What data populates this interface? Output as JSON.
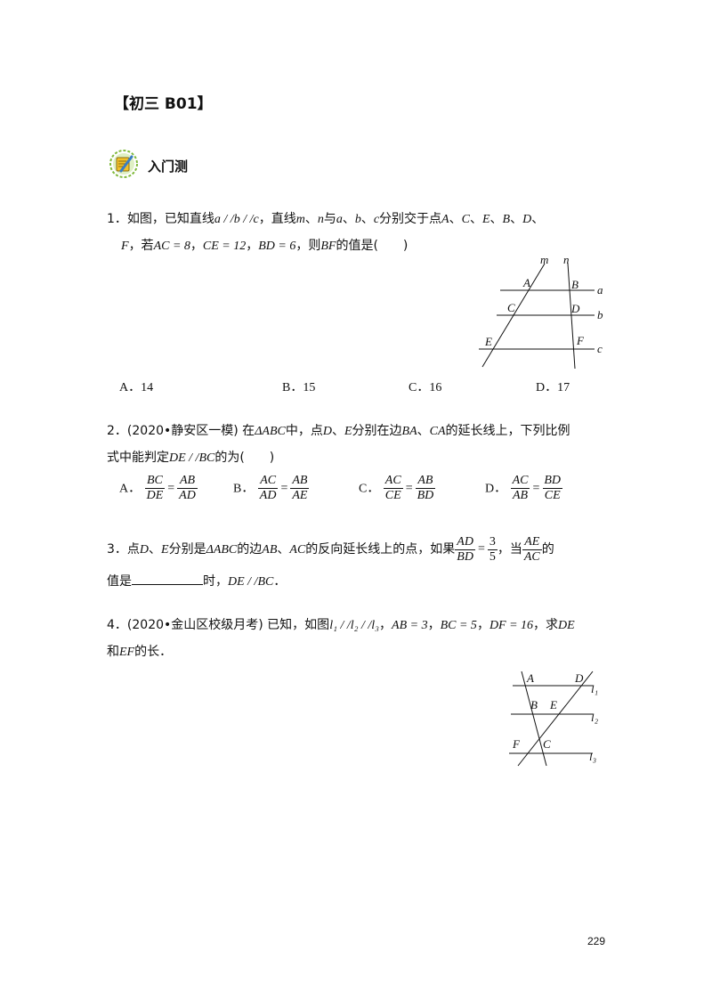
{
  "title": "【初三 B01】",
  "section": {
    "label": "入门测",
    "icon": "pencil-notepad-icon"
  },
  "q1": {
    "num": "1．",
    "t1": "如图，已知直线",
    "m1": "a / /b / /c",
    "t2": "，直线",
    "m2": "m",
    "t3": "、",
    "m3": "n",
    "t4": "与",
    "m4": "a",
    "t5": "、",
    "m5": "b",
    "t6": "、",
    "m6": "c",
    "t7": "分别交于点",
    "m7": "A",
    "t8": "、",
    "m8": "C",
    "t9": "、",
    "m9": "E",
    "t10": "、",
    "m10": "B",
    "t11": "、",
    "m11": "D",
    "t12": "、",
    "l2m1": "F",
    "l2t1": "，若",
    "l2m2": "AC = 8",
    "l2t2": "，",
    "l2m3": "CE = 12",
    "l2t3": "，",
    "l2m4": "BD = 6",
    "l2t4": "，则",
    "l2m5": "BF",
    "l2t5": "的值是(　　)",
    "options": [
      {
        "label": "A．",
        "value": "14"
      },
      {
        "label": "B．",
        "value": "15"
      },
      {
        "label": "C．",
        "value": "16"
      },
      {
        "label": "D．",
        "value": "17"
      }
    ],
    "figure": {
      "labels": [
        "m",
        "n",
        "A",
        "B",
        "a",
        "C",
        "D",
        "b",
        "E",
        "F",
        "c"
      ]
    }
  },
  "q2": {
    "num": "2．",
    "t1": "(2020•静安区一模) 在",
    "m1": "ΔABC",
    "t2": "中，点",
    "m2": "D",
    "t3": "、",
    "m3": "E",
    "t4": "分别在边",
    "m4": "BA",
    "t5": "、",
    "m5": "CA",
    "t6": "的延长线上，下列比例",
    "l2t1": "式中能判定",
    "l2m1": "DE / /BC",
    "l2t2": "的为(　　)",
    "options": [
      {
        "label": "A．",
        "n1": "BC",
        "d1": "DE",
        "n2": "AB",
        "d2": "AD"
      },
      {
        "label": "B．",
        "n1": "AC",
        "d1": "AD",
        "n2": "AB",
        "d2": "AE"
      },
      {
        "label": "C．",
        "n1": "AC",
        "d1": "CE",
        "n2": "AB",
        "d2": "BD"
      },
      {
        "label": "D．",
        "n1": "AC",
        "d1": "AB",
        "n2": "BD",
        "d2": "CE"
      }
    ]
  },
  "q3": {
    "num": "3．",
    "t1": "点",
    "m1": "D",
    "t2": "、",
    "m2": "E",
    "t3": "分别是",
    "m3": "ΔABC",
    "t4": "的边",
    "m4": "AB",
    "t5": "、",
    "m5": "AC",
    "t6": "的反向延长线上的点，如果",
    "f1n": "AD",
    "f1d": "BD",
    "f2n": "3",
    "f2d": "5",
    "t7": "，当",
    "f3n": "AE",
    "f3d": "AC",
    "t8": "的",
    "l2t1": "值是",
    "l2t2": "时，",
    "l2m1": "DE / /BC",
    "l2t3": "．"
  },
  "q4": {
    "num": "4．",
    "t1": "(2020•金山区校级月考) 已知，如图",
    "m1": "l₁ / /l₂ / /l₃",
    "t2": "，",
    "m2": "AB = 3",
    "t3": "，",
    "m3": "BC = 5",
    "t4": "，",
    "m4": "DF = 16",
    "t5": "，求",
    "m5": "DE",
    "l2t1": "和",
    "l2m1": "EF",
    "l2t2": "的长．",
    "figure": {
      "labels": [
        "A",
        "D",
        "l₁",
        "B",
        "E",
        "l₂",
        "F",
        "C",
        "l₃"
      ]
    }
  },
  "page_number": "229"
}
